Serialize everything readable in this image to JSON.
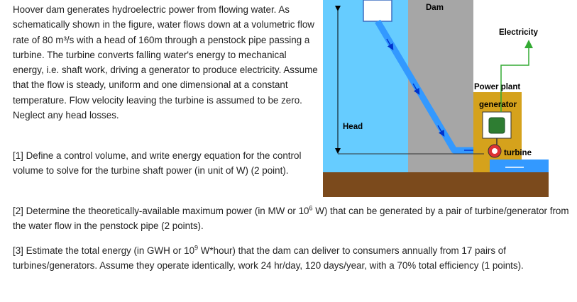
{
  "problem": {
    "intro": "Hoover dam generates hydroelectric power from flowing water. As schematically shown in the figure, water flows down at a volumetric flow rate of 80 m³/s with a head of 160m through a penstock pipe passing a turbine. The turbine converts falling water's energy to mechanical energy, i.e. shaft work, driving a generator to produce electricity. Assume that the flow is steady, uniform and one dimensional at a constant temperature. Flow velocity leaving the turbine is assumed to be zero. Neglect any head losses.",
    "q1": "[1] Define a control volume, and write energy equation for the control volume to solve for the turbine shaft power (in unit of W) (2 point).",
    "q2_before": "[2] Determine the theoretically-available maximum power (in MW or 10",
    "q2_sup": "6",
    "q2_after": " W) that can be generated by a pair of turbine/generator from the water flow in the penstock pipe (2 points).",
    "q3_before": "[3] Estimate the total energy (in GWH or 10",
    "q3_sup": "9",
    "q3_after": " W*hour) that the dam can deliver to consumers annually from 17 pairs of turbines/generators. Assume they operate identically, work 24 hr/day, 120 days/year, with a 70% total efficiency (1 points)."
  },
  "figure": {
    "labels": {
      "dam": "Dam",
      "electricity": "Electricity",
      "power_plant": "Power plant",
      "generator": "generator",
      "head": "Head",
      "turbine": "turbine"
    },
    "colors": {
      "reservoir": "#66ccff",
      "dam": "#a6a6a6",
      "penstock": "#3399ff",
      "power_plant": "#d5a21c",
      "ground": "#7b4a1c",
      "electric_line": "#33aa33",
      "turbine_body": "#dd3333"
    }
  }
}
